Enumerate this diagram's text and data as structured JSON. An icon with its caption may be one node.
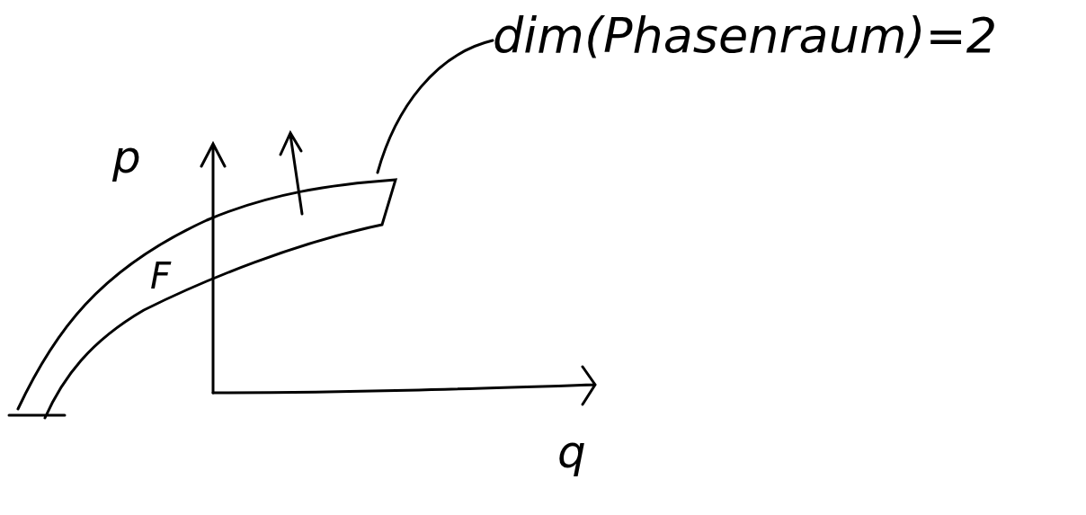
{
  "diagram": {
    "nodes": [
      {
        "text": [
          "dim(Phasenraum)=2"
        ]
      },
      {
        "text": [
          "F"
        ]
      }
    ],
    "edges": [
      {
        "from": 0,
        "to": 1,
        "arrow": "none"
      }
    ],
    "labels": [
      "p",
      "q"
    ]
  }
}
